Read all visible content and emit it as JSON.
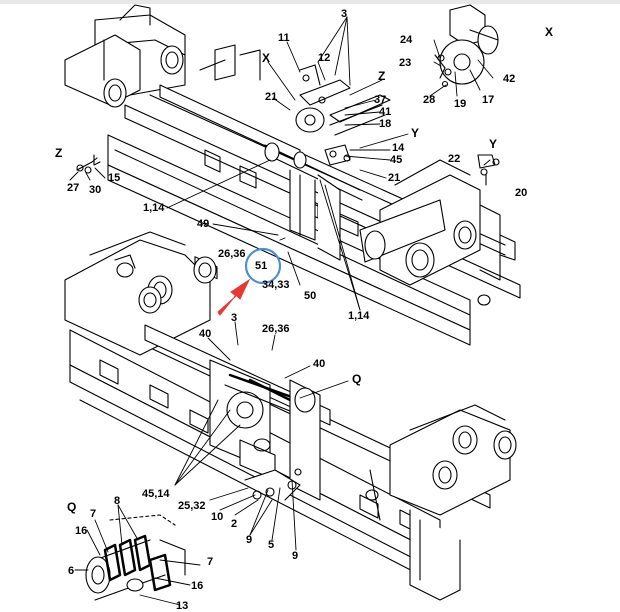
{
  "callouts": {
    "c3_top": "3",
    "c11": "11",
    "c12": "12",
    "cX_mid": "X",
    "cZ_mid": "Z",
    "c37": "37",
    "c41": "41",
    "c18": "18",
    "c21_a": "21",
    "cY_mid": "Y",
    "c14": "14",
    "c45": "45",
    "c21_b": "21",
    "c1_14_a": "1,14",
    "c49": "49",
    "c26_36_a": "26,36",
    "c51": "51",
    "c34_33": "34,33",
    "c50": "50",
    "c1_14_b": "1,14",
    "c24": "24",
    "c23": "23",
    "c28": "28",
    "c19": "19",
    "c17": "17",
    "c42": "42",
    "cX_right": "X",
    "cY_right": "Y",
    "c22": "22",
    "c20": "20",
    "cZ_left": "Z",
    "c27": "27",
    "c30": "30",
    "c15": "15",
    "c3_mid": "3",
    "c40_a": "40",
    "c26_36_b": "26,36",
    "c40_b": "40",
    "cQ_mid": "Q",
    "c45_14": "45,14",
    "c25_32": "25,32",
    "c10": "10",
    "c2": "2",
    "c9_a": "9",
    "c5": "5",
    "c9_b": "9",
    "cQ_left": "Q",
    "c7_a": "7",
    "c8": "8",
    "c16_a": "16",
    "c7_b": "7",
    "c6": "6",
    "c16_b": "16",
    "c13": "13"
  },
  "colors": {
    "ink": "#000000",
    "highlight_ring": "#4a90d9",
    "highlight_arrow": "#e53935",
    "paper": "#ffffff"
  },
  "icons": {
    "arrow": "red-pointer-arrow",
    "ring": "highlight-circle"
  }
}
